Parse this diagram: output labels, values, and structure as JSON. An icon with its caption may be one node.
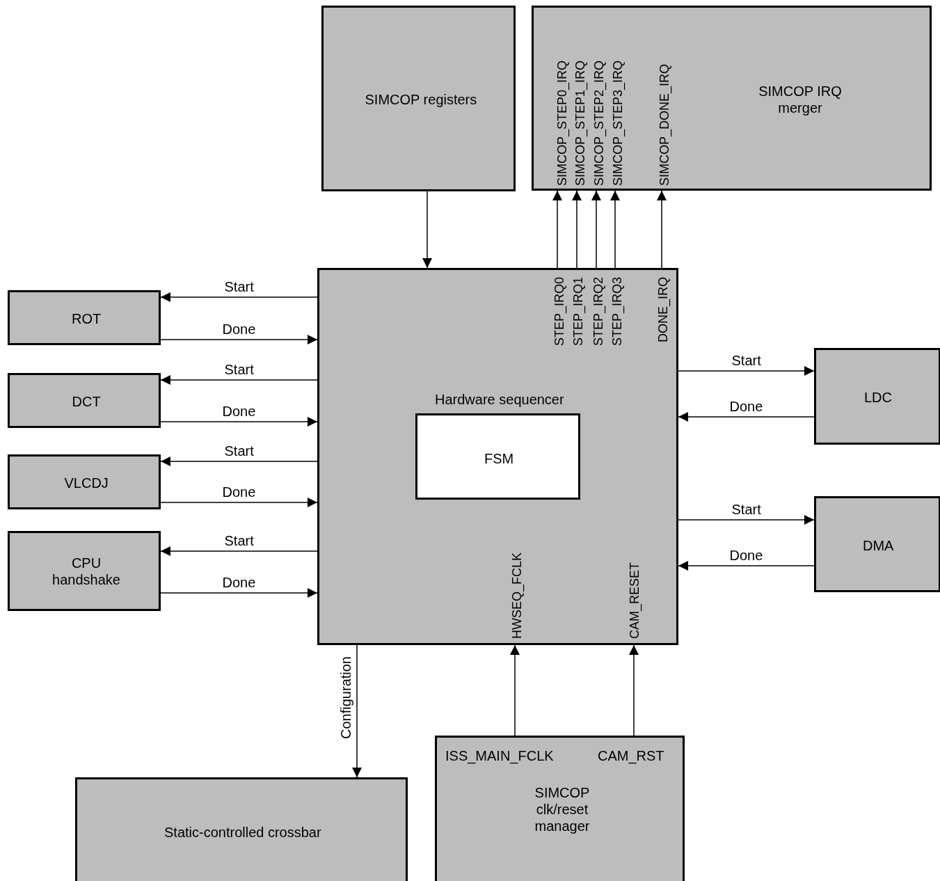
{
  "diagram": {
    "nodes": [
      {
        "text": [
          "SIMCOP registers"
        ]
      },
      {
        "text": [
          "SIMCOP IRQ merger",
          "SIMCOP_STEP0_IRQ",
          "SIMCOP_STEP1_IRQ",
          "SIMCOP_STEP2_IRQ",
          "SIMCOP_STEP3_IRQ",
          "SIMCOP_DONE_IRQ"
        ]
      },
      {
        "text": [
          "Hardware sequencer",
          "STEP_IRQ0",
          "STEP_IRQ1",
          "STEP_IRQ2",
          "STEP_IRQ3",
          "DONE_IRQ",
          "HWSEQ_FCLK",
          "CAM_RESET"
        ]
      },
      {
        "text": [
          "FSM"
        ],
        "in": 2
      },
      {
        "text": [
          "ROT"
        ]
      },
      {
        "text": [
          "DCT"
        ]
      },
      {
        "text": [
          "VLCDJ"
        ]
      },
      {
        "text": [
          "CPU handshake"
        ]
      },
      {
        "text": [
          "LDC"
        ]
      },
      {
        "text": [
          "DMA"
        ]
      },
      {
        "text": [
          "Static-controlled crossbar"
        ]
      },
      {
        "text": [
          "ISS_MAIN_FCLK",
          "CAM_RST",
          "SIMCOP clk/reset manager"
        ]
      }
    ],
    "edges": [
      {
        "from": 0,
        "to": 2,
        "arrow": "to"
      },
      {
        "from": 2,
        "to": 1,
        "arrow": "to"
      },
      {
        "from": 2,
        "to": 1,
        "arrow": "to"
      },
      {
        "from": 2,
        "to": 1,
        "arrow": "to"
      },
      {
        "from": 2,
        "to": 1,
        "arrow": "to"
      },
      {
        "from": 2,
        "to": 1,
        "arrow": "to"
      },
      {
        "from": 2,
        "to": 4,
        "arrow": "to",
        "label": "Start"
      },
      {
        "from": 4,
        "to": 2,
        "arrow": "to",
        "label": "Done"
      },
      {
        "from": 2,
        "to": 5,
        "arrow": "to",
        "label": "Start"
      },
      {
        "from": 5,
        "to": 2,
        "arrow": "to",
        "label": "Done"
      },
      {
        "from": 2,
        "to": 6,
        "arrow": "to",
        "label": "Start"
      },
      {
        "from": 6,
        "to": 2,
        "arrow": "to",
        "label": "Done"
      },
      {
        "from": 2,
        "to": 7,
        "arrow": "to",
        "label": "Start"
      },
      {
        "from": 7,
        "to": 2,
        "arrow": "to",
        "label": "Done"
      },
      {
        "from": 2,
        "to": 8,
        "arrow": "to",
        "label": "Start"
      },
      {
        "from": 8,
        "to": 2,
        "arrow": "to",
        "label": "Done"
      },
      {
        "from": 2,
        "to": 9,
        "arrow": "to",
        "label": "Start"
      },
      {
        "from": 9,
        "to": 2,
        "arrow": "to",
        "label": "Done"
      },
      {
        "from": 2,
        "to": 10,
        "arrow": "to",
        "label": "Configuration"
      },
      {
        "from": 11,
        "to": 2,
        "arrow": "to"
      },
      {
        "from": 11,
        "to": 2,
        "arrow": "to"
      }
    ]
  }
}
